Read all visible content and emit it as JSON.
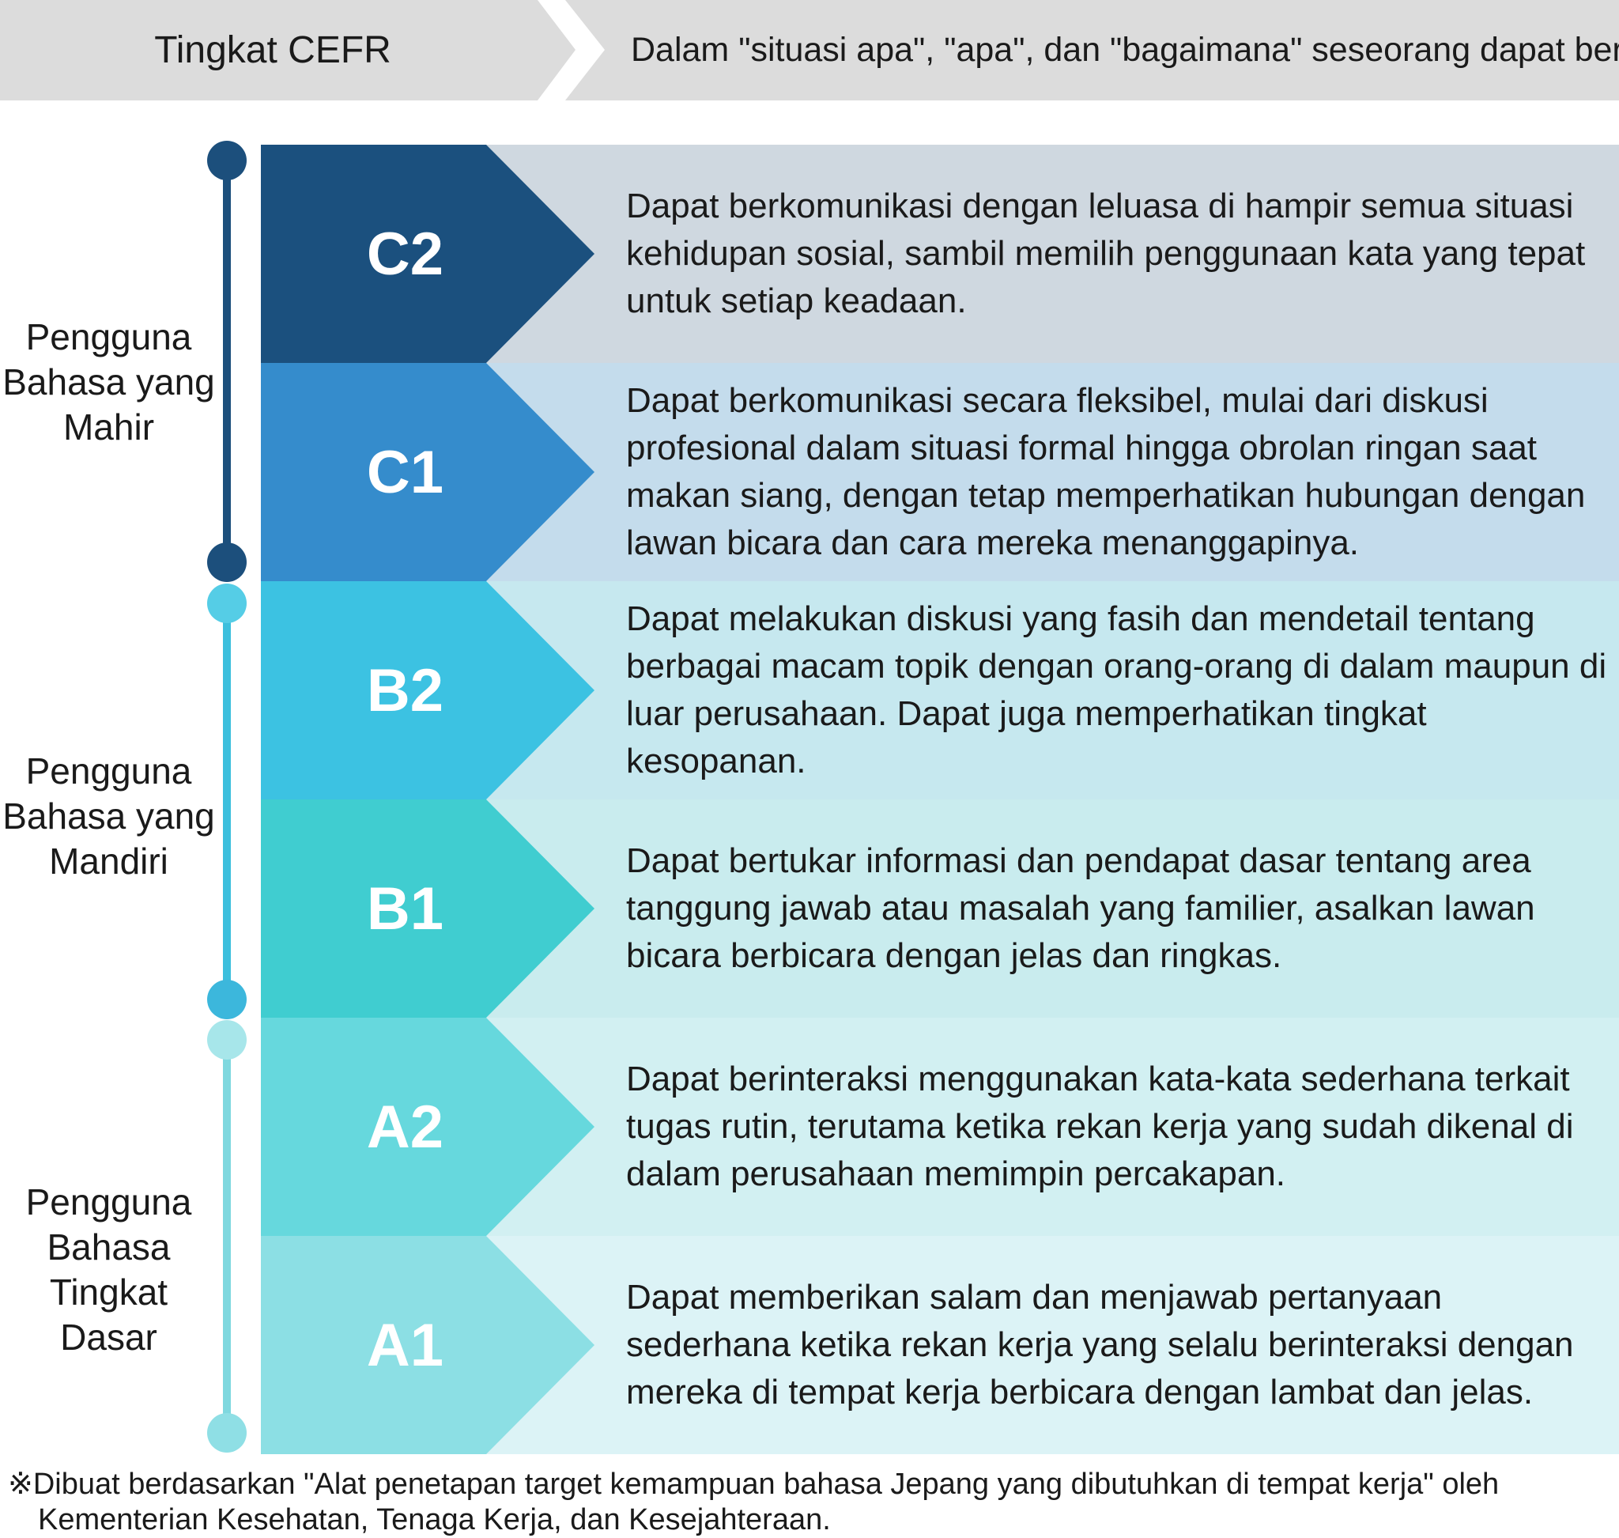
{
  "header": {
    "level_column": "Tingkat CEFR",
    "description_column": "Dalam \"situasi apa\", \"apa\", dan \"bagaimana\" seseorang dapat berbicara"
  },
  "groups": [
    {
      "label": "Pengguna Bahasa yang Mahir",
      "color": "#1c4f7c"
    },
    {
      "label": "Pengguna Bahasa yang Mandiri",
      "color": "#3cbfdd"
    },
    {
      "label": "Pengguna Bahasa Tingkat Dasar",
      "color": "#7fd8df"
    }
  ],
  "levels": [
    {
      "code": "C2",
      "chevron_color": "#1b507e",
      "row_color": "#cfd8e0",
      "description": "Dapat berkomunikasi dengan leluasa di hampir semua situasi kehidupan sosial, sambil memilih penggunaan kata yang tepat untuk setiap keadaan."
    },
    {
      "code": "C1",
      "chevron_color": "#358ccc",
      "row_color": "#c4dcec",
      "description": "Dapat berkomunikasi secara fleksibel, mulai dari diskusi profesional dalam situasi formal hingga obrolan ringan saat makan siang, dengan tetap memperhatikan hubungan dengan lawan bicara dan cara mereka menanggapinya."
    },
    {
      "code": "B2",
      "chevron_color": "#3cc2e2",
      "row_color": "#c6e8ef",
      "description": "Dapat melakukan diskusi yang fasih dan mendetail tentang berbagai macam topik dengan orang-orang di dalam maupun di luar perusahaan. Dapat juga memperhatikan tingkat kesopanan."
    },
    {
      "code": "B1",
      "chevron_color": "#40cdd0",
      "row_color": "#c9ecee",
      "description": "Dapat bertukar informasi dan pendapat dasar tentang area tanggung jawab atau masalah yang familier, asalkan lawan bicara berbicara dengan jelas dan ringkas."
    },
    {
      "code": "A2",
      "chevron_color": "#66d8dd",
      "row_color": "#d2f0f2",
      "description": "Dapat berinteraksi menggunakan kata-kata sederhana terkait tugas rutin, terutama ketika rekan kerja yang sudah dikenal di dalam perusahaan memimpin percakapan."
    },
    {
      "code": "A1",
      "chevron_color": "#8cdfe4",
      "row_color": "#dcf3f6",
      "description": "Dapat memberikan salam dan menjawab pertanyaan sederhana ketika rekan kerja yang selalu berinteraksi dengan mereka di tempat kerja berbicara dengan lambat dan jelas."
    }
  ],
  "footnote": {
    "line1": "※Dibuat berdasarkan \"Alat penetapan target kemampuan bahasa Jepang yang dibutuhkan di tempat kerja\" oleh",
    "line2": "Kementerian Kesehatan, Tenaga Kerja, dan Kesejahteraan."
  }
}
